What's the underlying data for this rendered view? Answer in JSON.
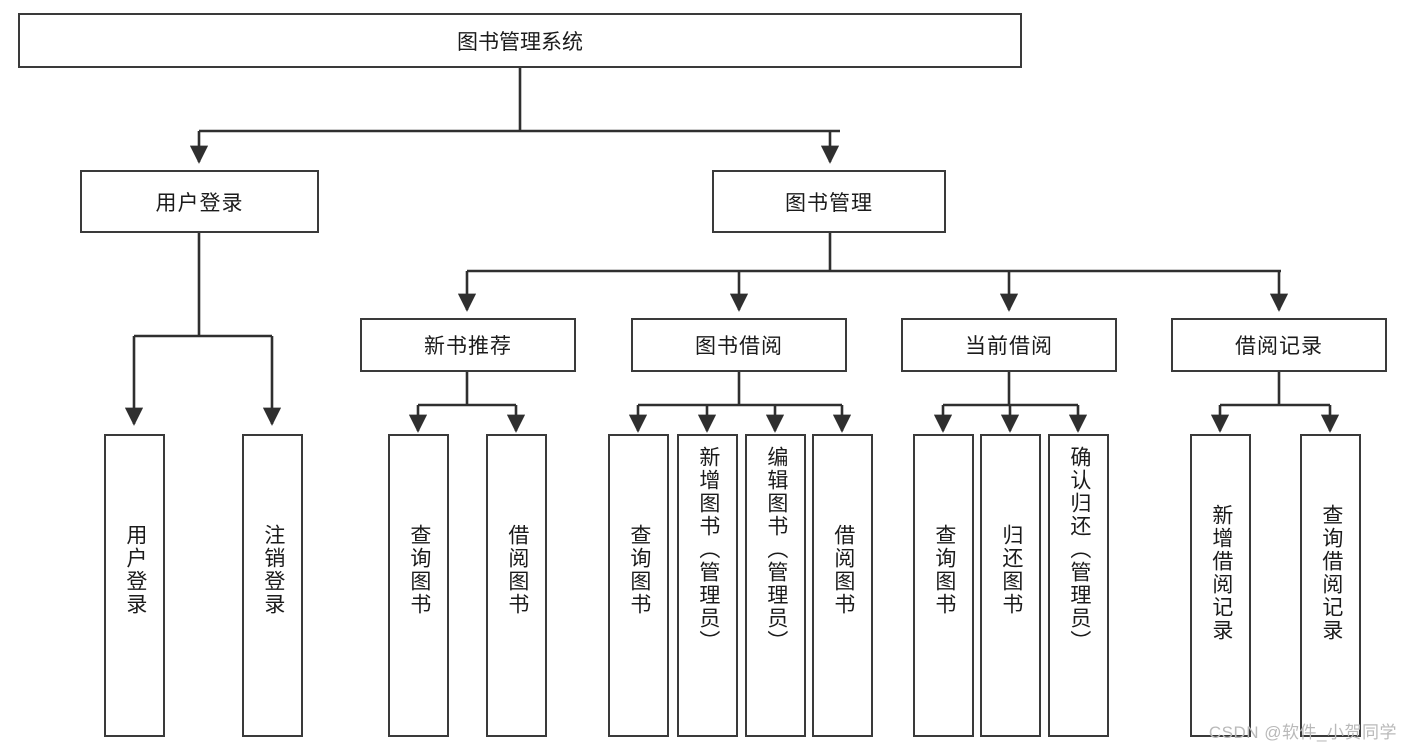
{
  "diagram": {
    "type": "tree",
    "title": "图书管理系统",
    "root": {
      "label": "图书管理系统"
    },
    "level1": [
      {
        "label": "用户登录"
      },
      {
        "label": "图书管理"
      }
    ],
    "level2": [
      {
        "label": "新书推荐"
      },
      {
        "label": "图书借阅"
      },
      {
        "label": "当前借阅"
      },
      {
        "label": "借阅记录"
      }
    ],
    "leaves": {
      "user_login": [
        {
          "label": "用户登录"
        },
        {
          "label": "注销登录"
        }
      ],
      "new_book_recommend": [
        {
          "label": "查询图书"
        },
        {
          "label": "借阅图书"
        }
      ],
      "book_borrow": [
        {
          "label": "查询图书"
        },
        {
          "label": "新增图书（管理员）"
        },
        {
          "label": "编辑图书（管理员）"
        },
        {
          "label": "借阅图书"
        }
      ],
      "current_borrow": [
        {
          "label": "查询图书"
        },
        {
          "label": "归还图书"
        },
        {
          "label": "确认归还（管理员）"
        }
      ],
      "borrow_record": [
        {
          "label": "新增借阅记录"
        },
        {
          "label": "查询借阅记录"
        }
      ]
    }
  },
  "watermark": {
    "text": "CSDN @软件_小贺同学"
  },
  "colors": {
    "stroke": "#3a3a3a",
    "text": "#1b1b1b",
    "background": "#ffffff",
    "watermark": "#b9b9b9"
  }
}
